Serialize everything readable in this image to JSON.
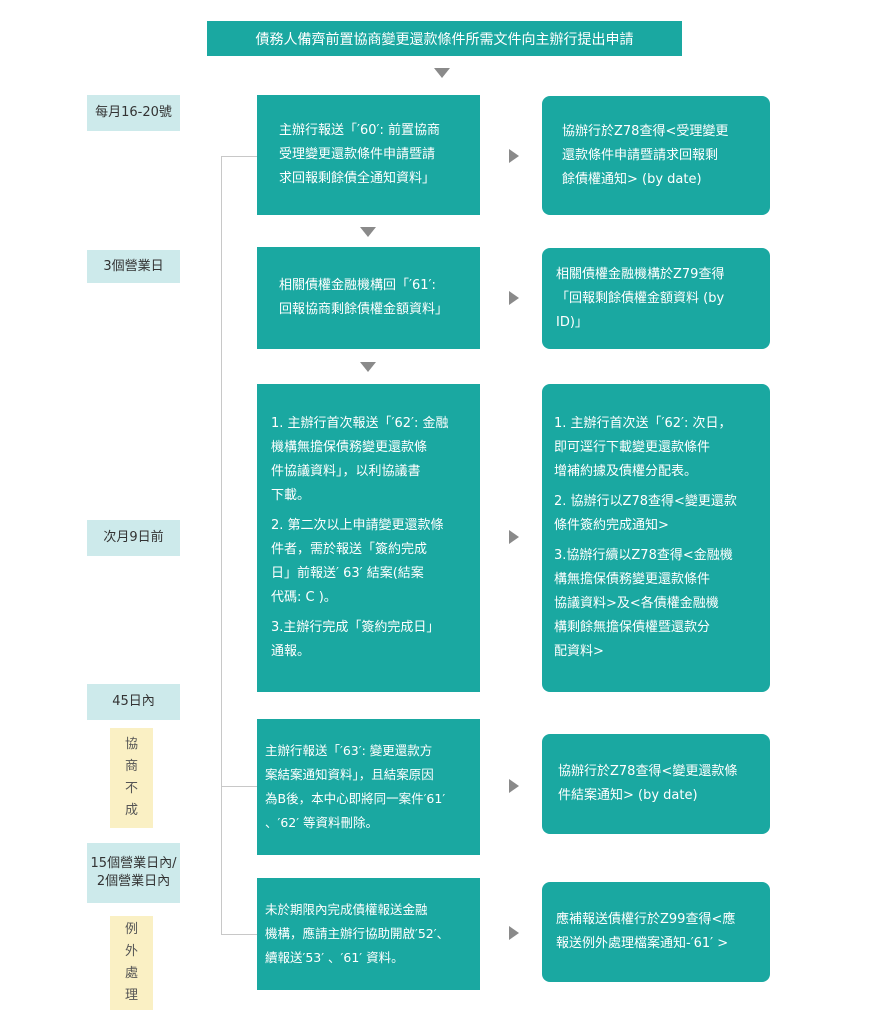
{
  "top_banner": "債務人備齊前置協商變更還款條件所需文件向主辦行提出申請",
  "time_labels": {
    "m16_20": "每月16-20號",
    "biz3": "3個營業日",
    "next9": "次月9日前",
    "d45": "45日內",
    "fail": "協\n商\n不\n成",
    "biz15_2": "15個營業日內/\n2個營業日內",
    "exception": "例\n外\n處\n理"
  },
  "left_boxes": {
    "b60": "主辦行報送「′60′: 前置協商\n受理變更還款條件申請暨請\n求回報剩餘債全通知資料」",
    "b61": "相關債權金融機構回「′61′:\n回報協商剩餘債權金額資料」",
    "b62": [
      "1. 主辦行首次報送「′62′: 金融\n機構無擔保債務變更還款條\n件協議資料」，以利協議書\n下載。",
      "2. 第二次以上申請變更還款條\n件者，需於報送「簽約完成\n日」前報送′ 63′ 結案(結案\n代碼: C )。",
      "3.主辦行完成「簽約完成日」\n通報。"
    ],
    "b63": "主辦行報送「′63′:  變更還款方\n案結案通知資料」，且結案原因\n為B後，本中心即將同一案件′61′\n、′62′ 等資料刪除。",
    "b52": "未於期限內完成債權報送金融\n機構，應請主辦行協助開啟′52′、\n續報送′53′ 、′61′ 資料。"
  },
  "right_boxes": {
    "r60": "協辦行於Z78查得<受理變更\n還款條件申請暨請求回報剩\n餘債權通知> (by date)",
    "r61": "相關債權金融機構於Z79查得\n「回報剩餘債權金額資料 (by\nID)」",
    "r62": [
      "1. 主辦行首次送「′62′: 次日，\n即可逕行下載變更還款條件\n增補約據及債權分配表。",
      "2. 協辦行以Z78查得<變更還款\n條件簽約完成通知>",
      "3.協辦行續以Z78查得<金融機\n構無擔保債務變更還款條件\n協議資料>及<各債權金融機\n構剩餘無擔保債權暨還款分\n配資料>"
    ],
    "r63": "協辦行於Z78查得<變更還款條\n件結案通知> (by date)",
    "r99": "應補報送債權行於Z99查得<應\n報送例外處理檔案通知-′61′ >"
  }
}
